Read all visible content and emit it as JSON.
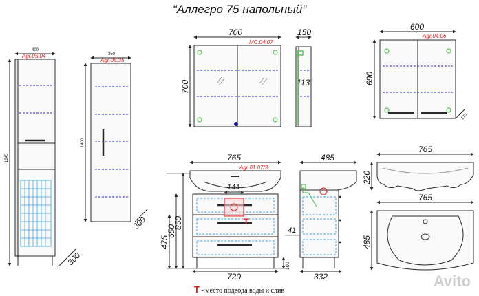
{
  "title": "\"Аллегро 75 напольный\"",
  "units": {
    "pencil": {
      "code": "Agr.05.04",
      "width": "400",
      "height": "1845",
      "side": "300"
    },
    "pencil2": {
      "code": "Agr.05.35",
      "width": "350",
      "height": "1400",
      "depth": "300"
    },
    "mirror": {
      "code": "MC.04.07",
      "width": "700",
      "height": "700",
      "depth": "150",
      "inner": "113"
    },
    "wall_cabinet": {
      "code": "Agr.04.06",
      "width": "600",
      "height": "690",
      "depth": "170"
    },
    "vanity": {
      "code": "Agr.01.07/3",
      "width_top": "765",
      "width_bottom": "720",
      "h1": "850",
      "h2": "650",
      "h3": "475",
      "leg": "100",
      "marker": "144"
    },
    "side_view": {
      "depth_top": "485",
      "depth_bottom": "332",
      "pipe": "41"
    },
    "sink_side": {
      "width": "765",
      "height": "220"
    },
    "sink_top": {
      "width": "765",
      "depth": "485"
    }
  },
  "colors": {
    "line": "#2a2a2a",
    "shelf_dash": "#2a2ad0",
    "glass": "#56c456",
    "accent": "#e02020",
    "basket": "#3aa4e6"
  },
  "note": {
    "mark": "Т",
    "text": "- место подвода воды и слив"
  },
  "watermark": "Avito"
}
